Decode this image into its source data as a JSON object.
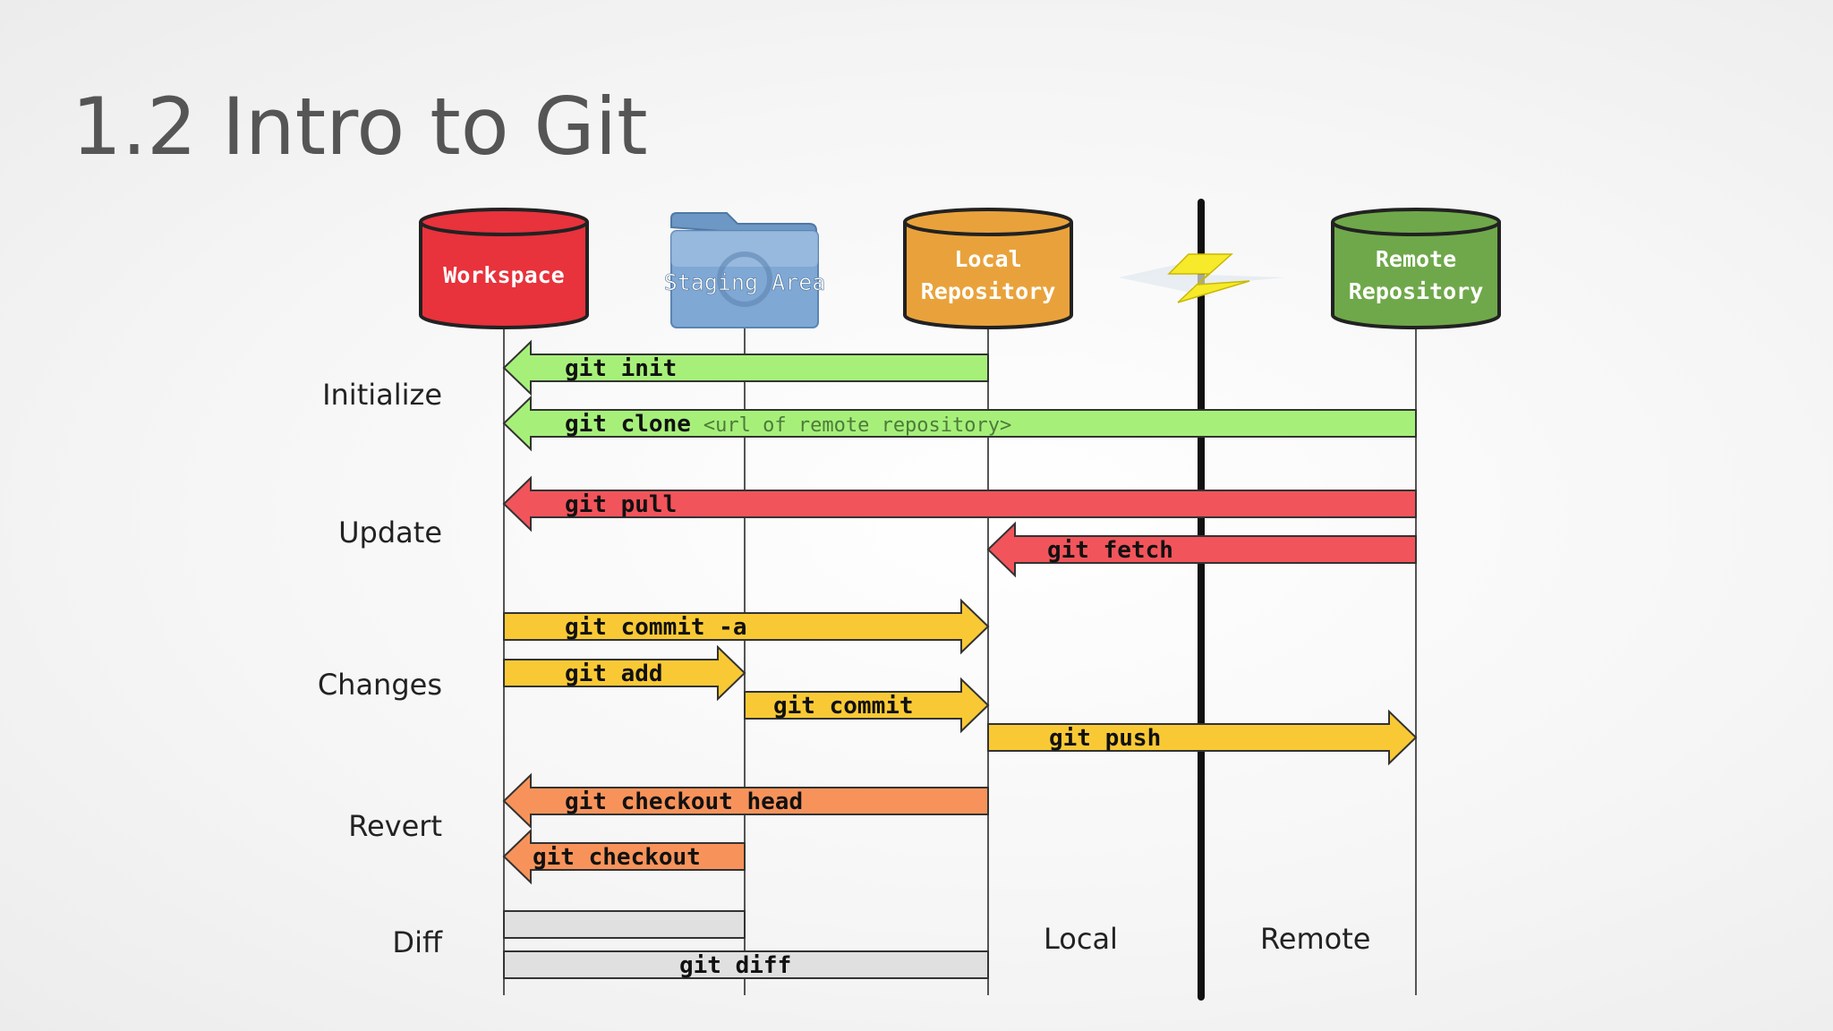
{
  "slide": {
    "title": "1.2 Intro to Git"
  },
  "locations": [
    {
      "id": "workspace",
      "label": "Workspace",
      "label_lines": [
        "Workspace"
      ],
      "kind": "cylinder",
      "color": "#e8323c"
    },
    {
      "id": "staging",
      "label": "Staging Area",
      "label_lines": [
        "Staging Area"
      ],
      "kind": "folder",
      "color": "#7fa8d4"
    },
    {
      "id": "local",
      "label": "Local Repository",
      "label_lines": [
        "Local",
        "Repository"
      ],
      "kind": "cylinder",
      "color": "#e9a23b"
    },
    {
      "id": "remote",
      "label": "Remote Repository",
      "label_lines": [
        "Remote",
        "Repository"
      ],
      "kind": "cylinder",
      "color": "#6fa84a"
    }
  ],
  "rows": [
    {
      "id": "initialize",
      "label": "Initialize"
    },
    {
      "id": "update",
      "label": "Update"
    },
    {
      "id": "changes",
      "label": "Changes"
    },
    {
      "id": "revert",
      "label": "Revert"
    },
    {
      "id": "diff",
      "label": "Diff"
    }
  ],
  "commands": [
    {
      "id": "git-init",
      "command": "git init",
      "arg": "",
      "from": "local",
      "to": "workspace",
      "color": "#a6f07a"
    },
    {
      "id": "git-clone",
      "command": "git clone",
      "arg": "<url of remote repository>",
      "from": "remote",
      "to": "workspace",
      "color": "#a6f07a"
    },
    {
      "id": "git-pull",
      "command": "git pull",
      "arg": "",
      "from": "remote",
      "to": "workspace",
      "color": "#f2545b"
    },
    {
      "id": "git-fetch",
      "command": "git fetch",
      "arg": "",
      "from": "remote",
      "to": "local",
      "color": "#f2545b"
    },
    {
      "id": "git-commit-a",
      "command": "git commit -a",
      "arg": "",
      "from": "workspace",
      "to": "local",
      "color": "#f9c935"
    },
    {
      "id": "git-add",
      "command": "git add",
      "arg": "",
      "from": "workspace",
      "to": "staging",
      "color": "#f9c935"
    },
    {
      "id": "git-commit",
      "command": "git commit",
      "arg": "",
      "from": "staging",
      "to": "local",
      "color": "#f9c935"
    },
    {
      "id": "git-push",
      "command": "git push",
      "arg": "",
      "from": "local",
      "to": "remote",
      "color": "#f9c935"
    },
    {
      "id": "git-checkout-head",
      "command": "git checkout head",
      "arg": "",
      "from": "local",
      "to": "workspace",
      "color": "#f7935a"
    },
    {
      "id": "git-checkout",
      "command": "git checkout",
      "arg": "",
      "from": "staging",
      "to": "workspace",
      "color": "#f7935a"
    },
    {
      "id": "git-diff-staged",
      "command": "",
      "arg": "",
      "from": "workspace",
      "to": "staging",
      "color": "#e0e0e0"
    },
    {
      "id": "git-diff",
      "command": "git diff",
      "arg": "",
      "from": "workspace",
      "to": "local",
      "color": "#e0e0e0"
    }
  ],
  "zones": {
    "local": "Local",
    "remote": "Remote"
  }
}
